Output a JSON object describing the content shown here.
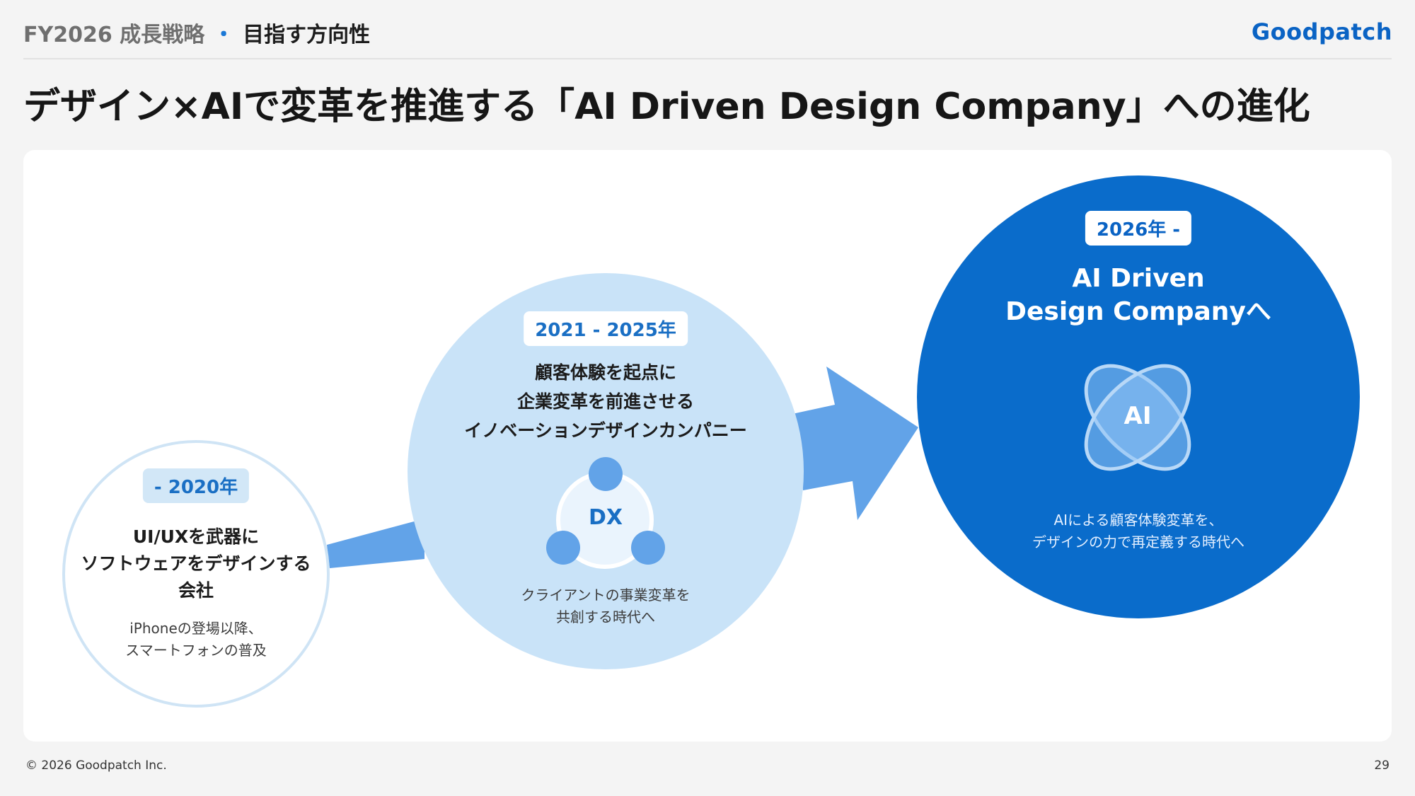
{
  "header": {
    "section": "FY2026 成長戦略",
    "separator": "・",
    "subtitle": "目指す方向性",
    "logo": "Goodpatch"
  },
  "title": "デザイン×AIで変革を推進する「AI Driven Design Company」への進化",
  "stages": [
    {
      "period": "- 2020年",
      "heading_lines": [
        "UI/UXを武器に",
        "ソフトウェアをデザインする",
        "会社"
      ],
      "desc_lines": [
        "iPhoneの登場以降、",
        "スマートフォンの普及"
      ]
    },
    {
      "period": "2021 - 2025年",
      "heading_lines": [
        "顧客体験を起点に",
        "企業変革を前進させる",
        "イノベーションデザインカンパニー"
      ],
      "icon_label": "DX",
      "desc_lines": [
        "クライアントの事業変革を",
        "共創する時代へ"
      ]
    },
    {
      "period": "2026年 -",
      "heading_lines": [
        "AI Driven",
        "Design Companyへ"
      ],
      "icon_label": "AI",
      "desc_lines": [
        "AIによる顧客体験変革を、",
        "デザインの力で再定義する時代へ"
      ]
    }
  ],
  "colors": {
    "accent": "#0a6ccb",
    "light_circle": "#c9e3f8",
    "arrow": "#62a3e8"
  },
  "footer": {
    "copyright": "© 2026 Goodpatch Inc.",
    "page_number": "29"
  }
}
